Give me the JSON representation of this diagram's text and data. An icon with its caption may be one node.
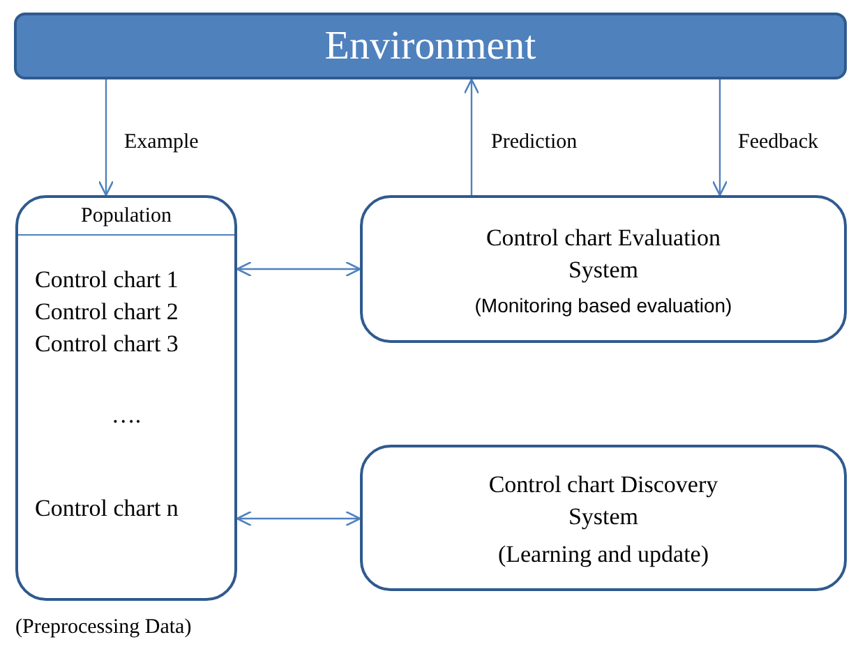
{
  "diagram": {
    "nodes": [
      {
        "text": [
          "Environment"
        ]
      },
      {
        "text": [
          "Population",
          "Control chart 1",
          "Control chart 2",
          "Control chart 3",
          "….",
          "Control chart n"
        ],
        "beside": [
          "(Preprocessing Data)"
        ]
      },
      {
        "text": [
          "Control chart Evaluation System",
          "(Monitoring based evaluation)"
        ]
      },
      {
        "text": [
          "Control chart Discovery System",
          "(Learning and update)"
        ]
      }
    ],
    "edges": [
      {
        "from": 0,
        "to": 1,
        "arrow": "to",
        "label": "Example"
      },
      {
        "from": 2,
        "to": 0,
        "arrow": "to",
        "label": "Prediction"
      },
      {
        "from": 0,
        "to": 2,
        "arrow": "to",
        "label": "Feedback"
      },
      {
        "from": 1,
        "to": 2,
        "arrow": "both"
      },
      {
        "from": 1,
        "to": 3,
        "arrow": "both"
      }
    ]
  }
}
